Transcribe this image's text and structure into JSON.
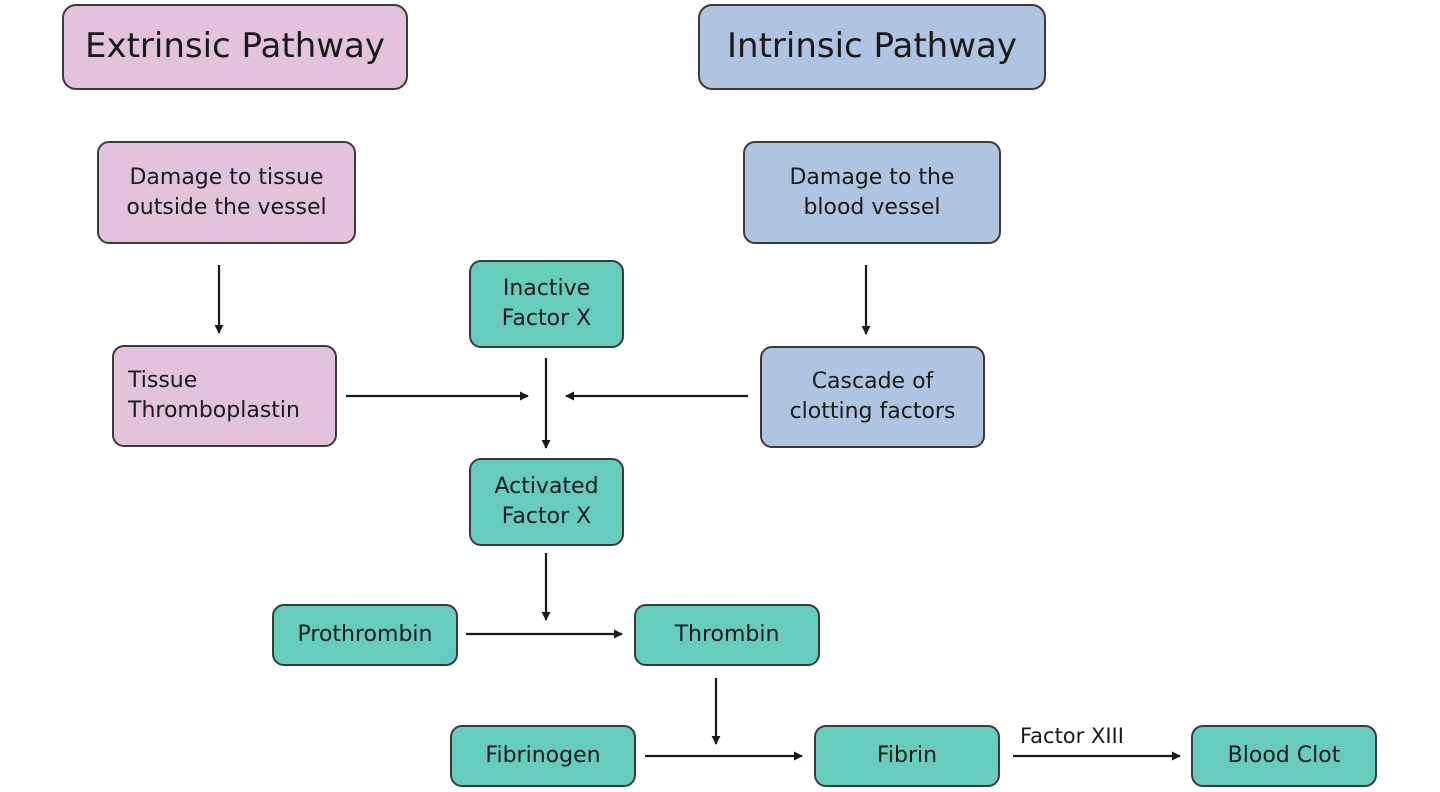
{
  "headers": {
    "extrinsic": "Extrinsic Pathway",
    "intrinsic": "Intrinsic Pathway"
  },
  "nodes": {
    "damage_tissue": "Damage to tissue\noutside the vessel",
    "damage_vessel": "Damage to the\nblood vessel",
    "tissue_thromboplastin": "Tissue\nThromboplastin",
    "cascade": "Cascade of\nclotting factors",
    "inactive_factor_x": "Inactive\nFactor X",
    "activated_factor_x": "Activated\nFactor X",
    "prothrombin": "Prothrombin",
    "thrombin": "Thrombin",
    "fibrinogen": "Fibrinogen",
    "fibrin": "Fibrin",
    "blood_clot": "Blood Clot"
  },
  "edge_labels": {
    "factor_xiii": "Factor XIII"
  },
  "colors": {
    "extrinsic": "#e3c3dc",
    "intrinsic": "#afc4e0",
    "common": "#66cdbd"
  }
}
